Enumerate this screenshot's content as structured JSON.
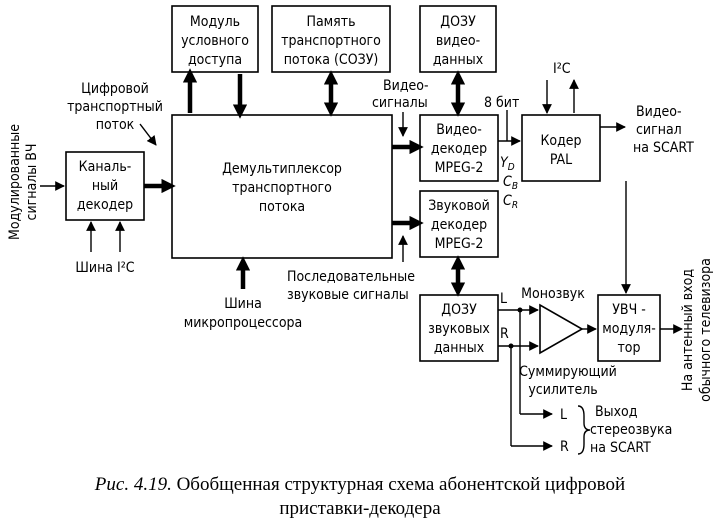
{
  "blocks": {
    "cond_access": [
      "Модуль",
      "условного",
      "доступа"
    ],
    "transport_mem": [
      "Память",
      "транспортного",
      "потока (СОЗУ)"
    ],
    "video_ram": [
      "ДОЗУ",
      "видео-",
      "данных"
    ],
    "demux": [
      "Демультиплексор",
      "транспортного",
      "потока"
    ],
    "channel_decoder": [
      "Каналь-",
      "ный",
      "декодер"
    ],
    "video_decoder": [
      "Видео-",
      "декодер",
      "MPEG-2"
    ],
    "audio_decoder": [
      "Звуковой",
      "декодер",
      "MPEG-2"
    ],
    "pal_coder": [
      "Кодер",
      "PAL"
    ],
    "audio_ram": [
      "ДОЗУ",
      "звуковых",
      "данных"
    ],
    "uhf_mod": [
      "УВЧ -",
      "модуля-",
      "тор"
    ]
  },
  "labels": {
    "rf_input": [
      "Модулированные",
      "сигналы ВЧ"
    ],
    "digital_ts": [
      "Цифровой",
      "транспортный",
      "поток"
    ],
    "i2c_bus": "Шина I²C",
    "cpu_bus": [
      "Шина",
      "микропроцессора"
    ],
    "video_signals": [
      "Видео-",
      "сигналы"
    ],
    "bits": "8 бит",
    "i2c_top": "I²C",
    "video_out": [
      "Видео-",
      "сигнал",
      "на SCART"
    ],
    "yd": "Y",
    "yd_sub": "D",
    "cb": "C",
    "cb_sub": "B",
    "cr": "C",
    "cr_sub": "R",
    "serial_audio": [
      "Последовательные",
      "звуковые сигналы"
    ],
    "mono": "Монозвук",
    "summing_amp": [
      "Суммирующий",
      "усилитель"
    ],
    "antenna_in": [
      "На антенный вход",
      "обычного телевизора"
    ],
    "ch_l": "L",
    "ch_r": "R",
    "out_l": "L",
    "out_r": "R",
    "stereo_out": [
      "Выход",
      "стереозвука",
      "на SCART"
    ]
  },
  "caption": {
    "label": "Рис. 4.19.",
    "line1": "Обобщенная структурная схема абонентской цифровой",
    "line2": "приставки-декодера"
  }
}
